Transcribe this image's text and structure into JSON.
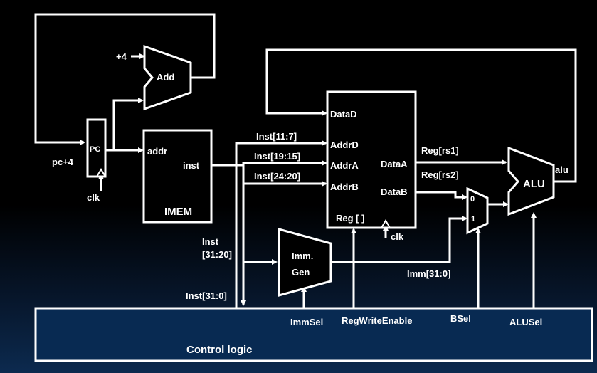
{
  "blocks": {
    "pc": "PC",
    "add": "Add",
    "imem": "IMEM",
    "regfile": "Reg [ ]",
    "alu": "ALU",
    "immgen_line1": "Imm.",
    "immgen_line2": "Gen",
    "control": "Control logic"
  },
  "ports": {
    "const4": "+4",
    "pc_plus4": "pc+4",
    "clk_pc": "clk",
    "imem_addr": "addr",
    "imem_inst": "inst",
    "data_d": "DataD",
    "addr_d": "AddrD",
    "addr_a": "AddrA",
    "addr_b": "AddrB",
    "data_a": "DataA",
    "data_b": "DataB",
    "clk_reg": "clk",
    "alu_out": "alu",
    "mux_0": "0",
    "mux_1": "1"
  },
  "signals": {
    "inst_11_7": "Inst[11:7]",
    "inst_19_15": "Inst[19:15]",
    "inst_24_20": "Inst[24:20]",
    "inst_31_20_line1": "Inst",
    "inst_31_20_line2": "[31:20]",
    "inst_31_0": "Inst[31:0]",
    "reg_rs1": "Reg[rs1]",
    "reg_rs2": "Reg[rs2]",
    "imm_31_0": "Imm[31:0]"
  },
  "controls": {
    "imm_sel": "ImmSel",
    "reg_write_enable": "RegWriteEnable",
    "b_sel": "BSel",
    "alu_sel": "ALUSel"
  }
}
